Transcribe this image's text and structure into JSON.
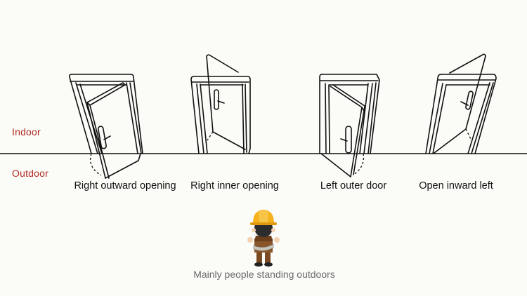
{
  "diagram": {
    "zones": {
      "indoor": "Indoor",
      "outdoor": "Outdoor",
      "label_color": "#b22a22"
    },
    "doors": [
      {
        "id": "right-outward",
        "label": "Right outward opening"
      },
      {
        "id": "right-inner",
        "label": "Right inner opening"
      },
      {
        "id": "left-outer",
        "label": "Left outer door"
      },
      {
        "id": "open-inward-left",
        "label": "Open inward left"
      }
    ],
    "observer": {
      "icon": "construction-worker-icon",
      "caption": "Mainly people standing outdoors",
      "helmet_color": "#f5b21c"
    },
    "background": "#fbfbf8"
  }
}
